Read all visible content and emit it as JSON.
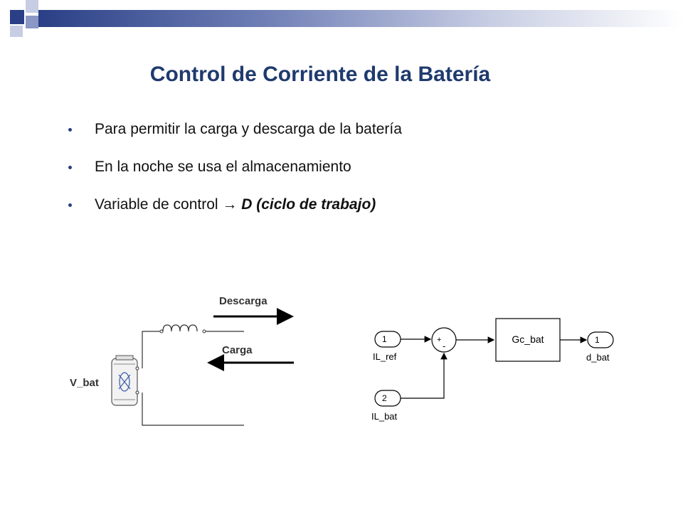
{
  "slide": {
    "title": "Control de Corriente de la Batería",
    "bullets": [
      {
        "text": "Para permitir la carga y descarga de la batería"
      },
      {
        "text": "En la noche se usa el almacenamiento"
      },
      {
        "text_pre": "Variable de control ",
        "arrow": "→",
        "text_emph": "D (ciclo de trabajo)"
      }
    ]
  },
  "circuit": {
    "battery_label": "V_bat",
    "discharge_label": "Descarga",
    "charge_label": "Carga"
  },
  "block_diagram": {
    "inputs": [
      {
        "port": "1",
        "label": "IL_ref"
      },
      {
        "port": "2",
        "label": "IL_bat"
      }
    ],
    "sum_signs": {
      "top": "+",
      "bottom": "-"
    },
    "controller_label": "Gc_bat",
    "output": {
      "port": "1",
      "label": "d_bat"
    }
  },
  "colors": {
    "title": "#1f3a6e",
    "accent": "#2a3f86"
  }
}
